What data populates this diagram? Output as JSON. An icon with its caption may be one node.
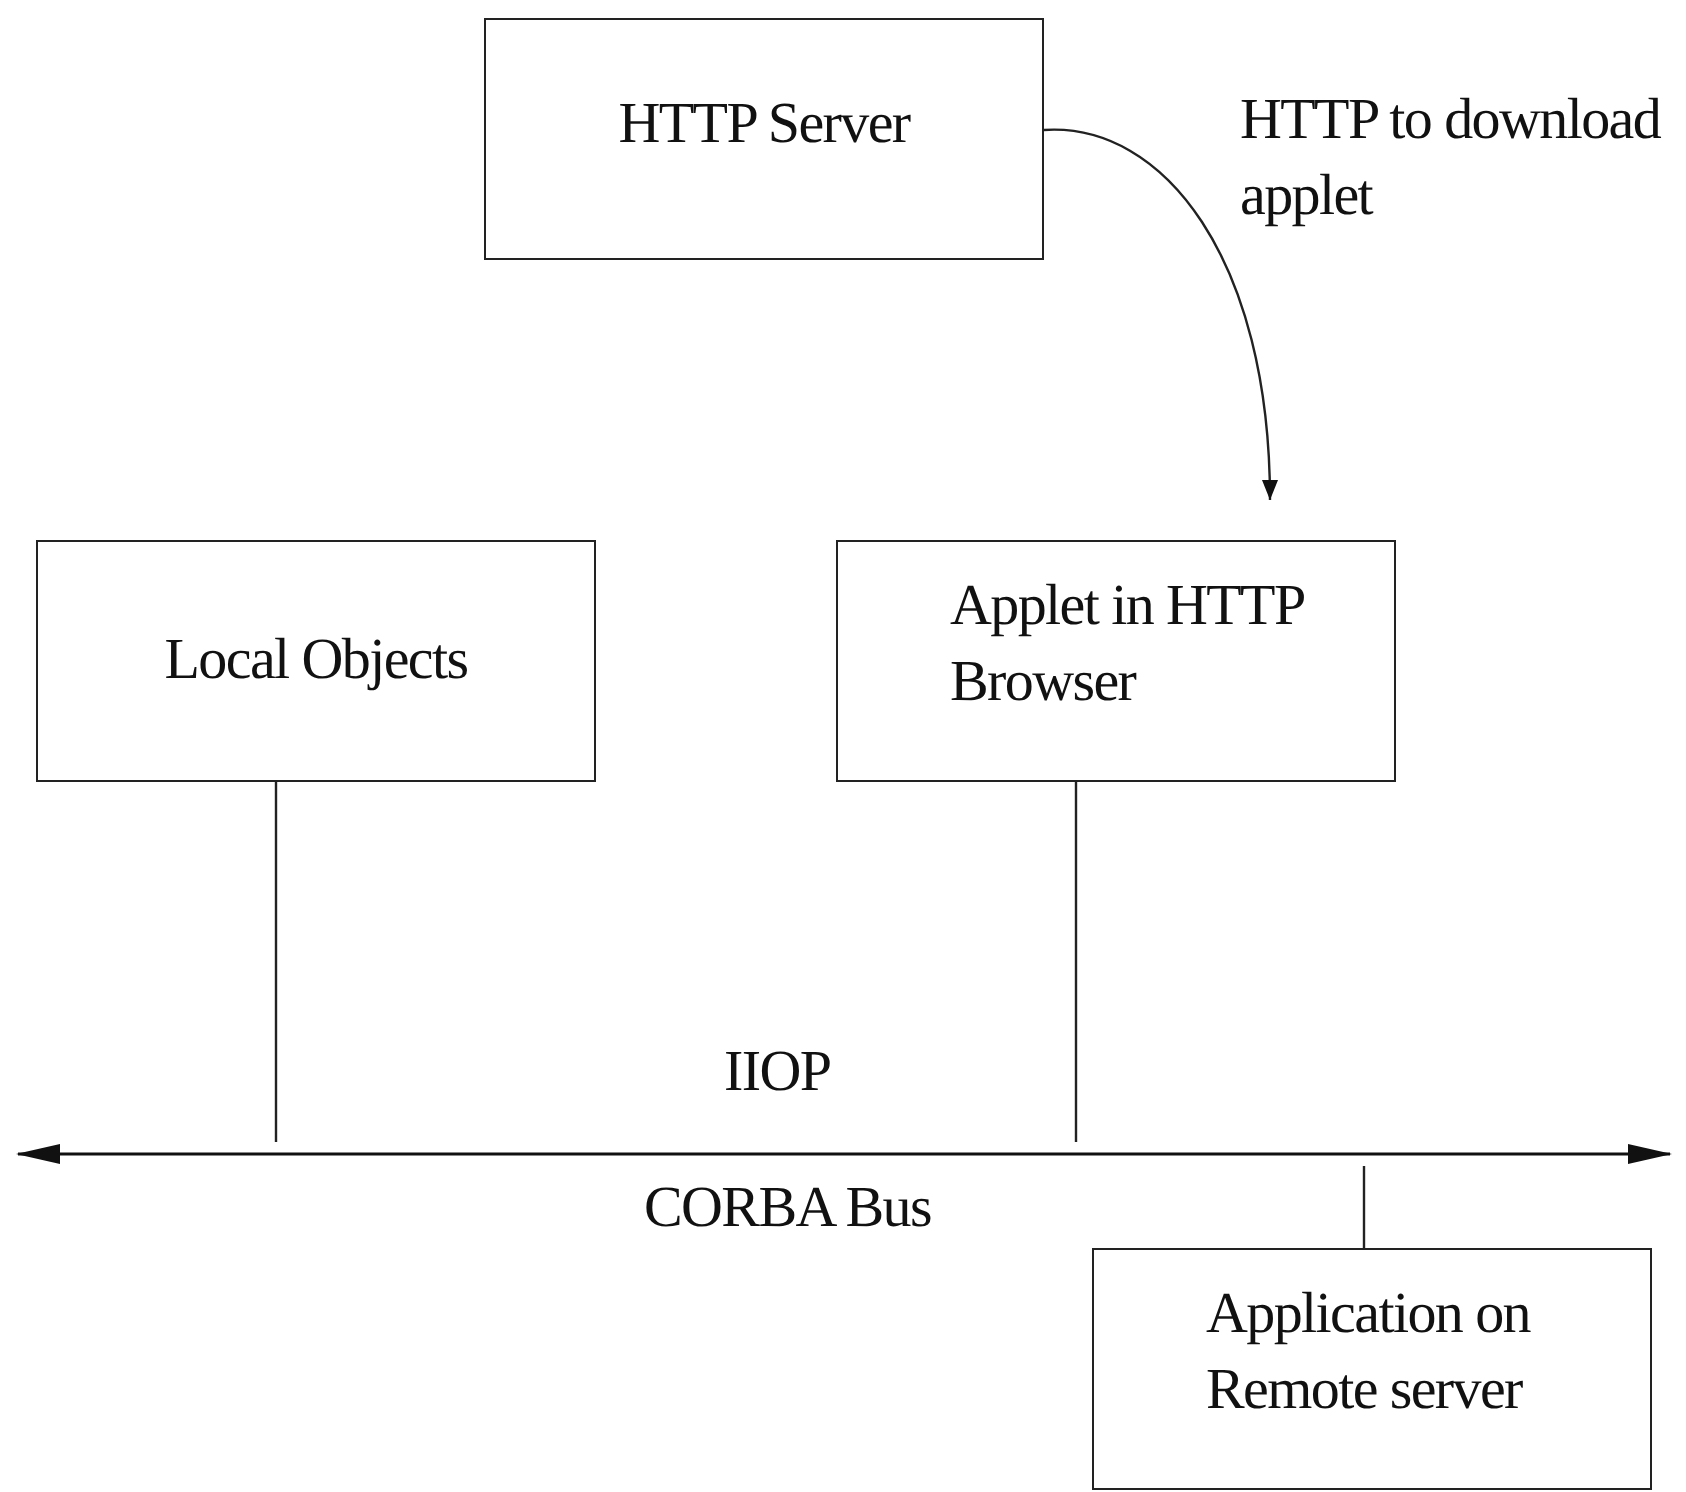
{
  "diagram": {
    "nodes": [
      {
        "text": [
          "HTTP Server"
        ]
      },
      {
        "text": [
          "Local Objects"
        ]
      },
      {
        "text": [
          "Applet in HTTP Browser"
        ]
      },
      {
        "text": [
          "Application on Remote server"
        ]
      },
      {
        "text": [],
        "shape": "bar"
      }
    ],
    "edges": [
      {
        "from": 0,
        "to": 2,
        "arrow": "to",
        "label": "HTTP to download applet"
      },
      {
        "from": 1,
        "to": 4,
        "arrow": "none"
      },
      {
        "from": 2,
        "to": 4,
        "arrow": "none"
      },
      {
        "from": 4,
        "to": 3,
        "arrow": "none"
      }
    ],
    "labels": [
      "IIOP",
      "CORBA Bus"
    ]
  }
}
